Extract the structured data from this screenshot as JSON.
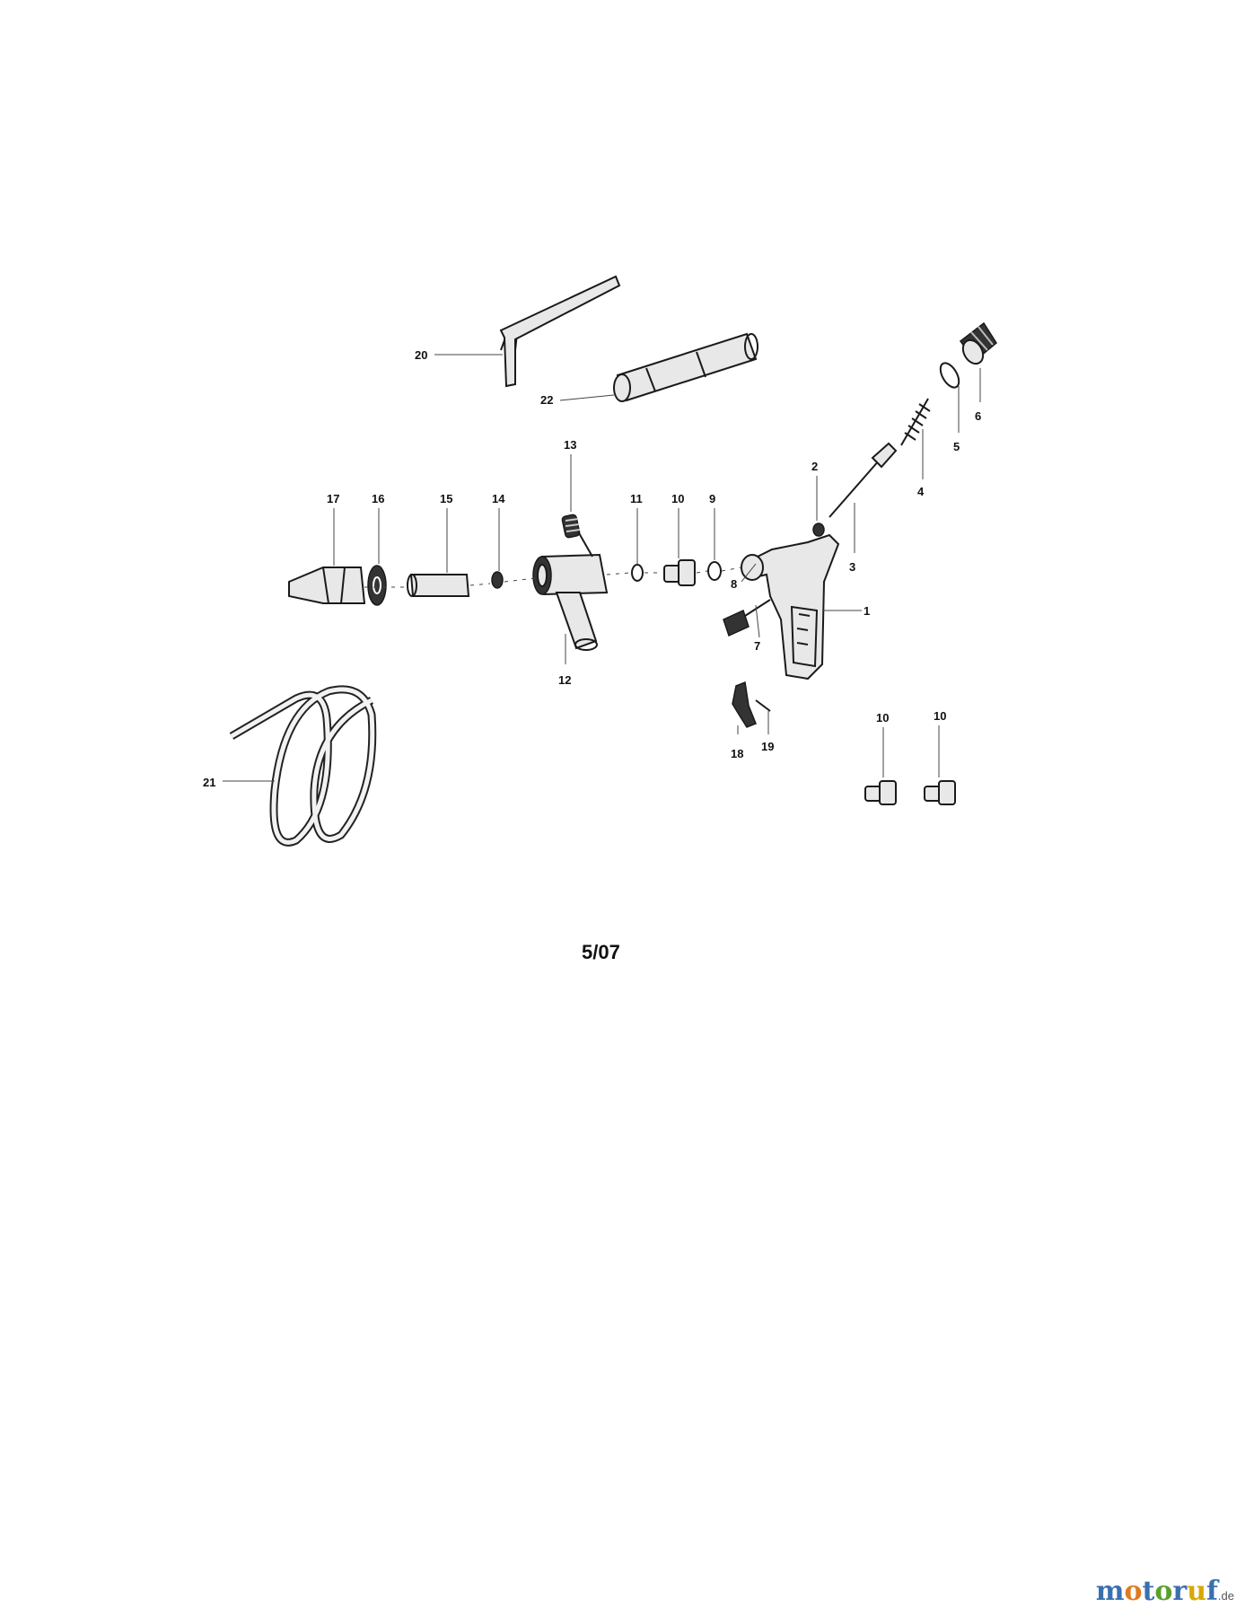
{
  "labels": {
    "p1": "1",
    "p2": "2",
    "p3": "3",
    "p4": "4",
    "p5": "5",
    "p6": "6",
    "p7": "7",
    "p8": "8",
    "p9": "9",
    "p10": "10",
    "p10b": "10",
    "p10c": "10",
    "p11": "11",
    "p12": "12",
    "p13": "13",
    "p14": "14",
    "p15": "15",
    "p16": "16",
    "p17": "17",
    "p18": "18",
    "p19": "19",
    "p20": "20",
    "p21": "21",
    "p22": "22"
  },
  "edition": "5/07",
  "watermark": {
    "letters": [
      "m",
      "o",
      "t",
      "o",
      "r",
      "u",
      "f"
    ],
    "colors": [
      "#3a6fb0",
      "#e07a20",
      "#3a6fb0",
      "#5aa02c",
      "#3a6fb0",
      "#d8a800",
      "#3a6fb0"
    ],
    "tld": ".de"
  }
}
